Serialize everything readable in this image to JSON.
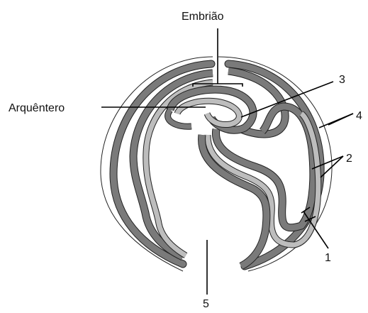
{
  "labels": {
    "embryo": "Embrião",
    "archenteron": "Arquêntero",
    "l1": "1",
    "l2": "2",
    "l3": "3",
    "l4": "4",
    "l5": "5"
  },
  "colors": {
    "dark_layer": "#7a7a7a",
    "light_layer": "#bdbdbd",
    "outline": "#222222",
    "background": "#ffffff"
  }
}
